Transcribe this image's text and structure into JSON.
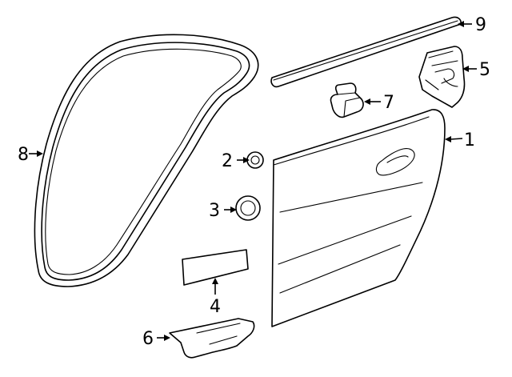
{
  "callouts": [
    {
      "id": "1",
      "part": "door-shell"
    },
    {
      "id": "2",
      "part": "plug-small"
    },
    {
      "id": "3",
      "part": "plug-grommet"
    },
    {
      "id": "4",
      "part": "insulator-pad"
    },
    {
      "id": "5",
      "part": "hinge-bracket"
    },
    {
      "id": "6",
      "part": "lower-bracket"
    },
    {
      "id": "7",
      "part": "check-clip"
    },
    {
      "id": "8",
      "part": "weatherstrip"
    },
    {
      "id": "9",
      "part": "belt-molding"
    }
  ],
  "colors": {
    "line": "#000000",
    "background": "#ffffff"
  }
}
